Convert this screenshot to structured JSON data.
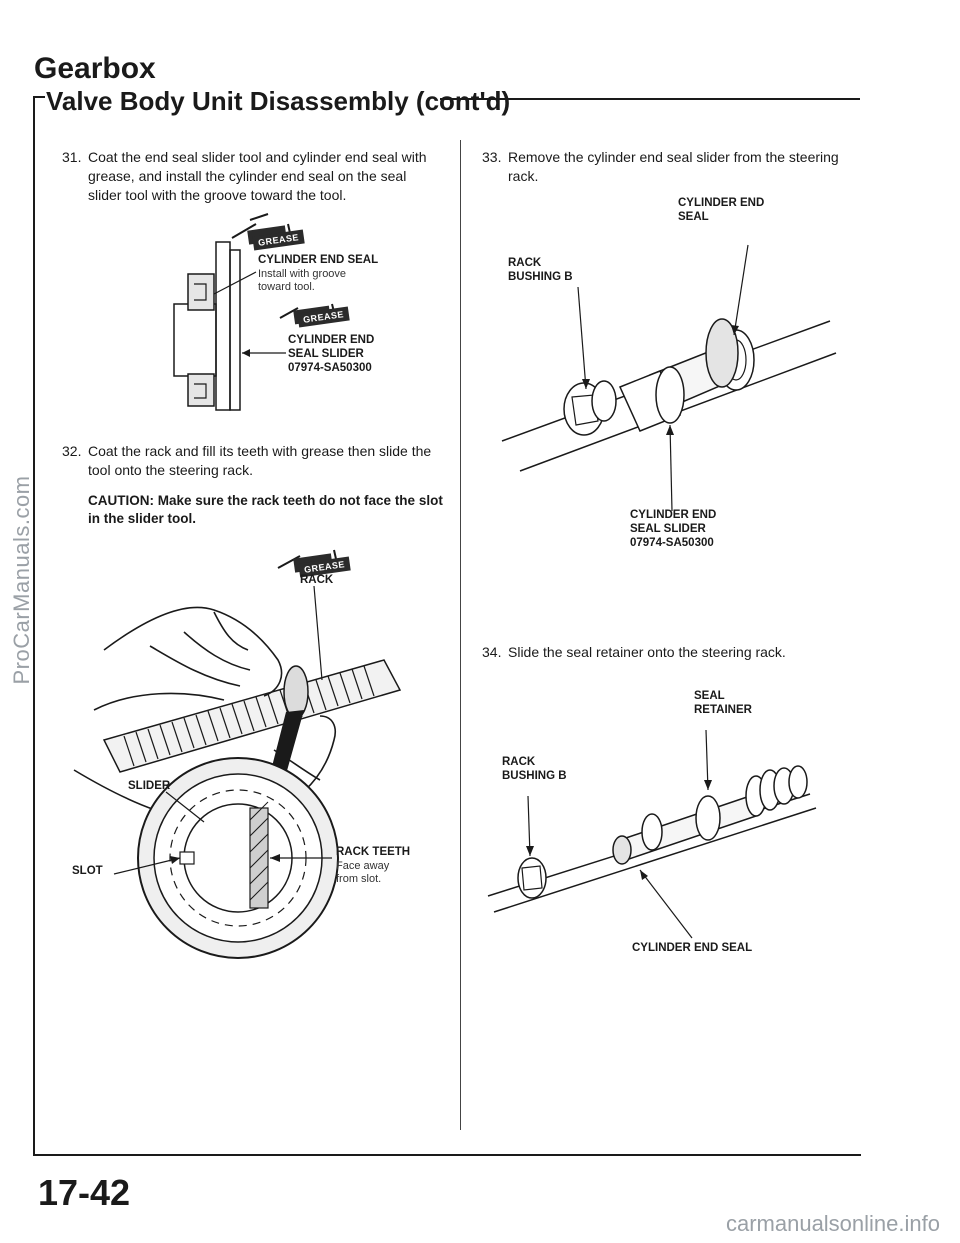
{
  "watermark": "ProCarManuals.com",
  "footer_watermark": "carmanualsonline.info",
  "header": {
    "section_title": "Gearbox",
    "subsection_title": "Valve Body Unit Disassembly (cont'd)"
  },
  "steps": [
    {
      "number": "31.",
      "text": "Coat the end seal slider tool and cylinder end seal with grease, and install the cylinder end seal on the seal slider tool with the groove toward the tool."
    },
    {
      "number": "32.",
      "text": "Coat the rack and fill its teeth with grease then slide the tool onto the steering rack."
    },
    {
      "number": "33.",
      "text": "Remove the cylinder end seal slider from the steering rack."
    },
    {
      "number": "34.",
      "text": "Slide the seal retainer onto the steering rack."
    }
  ],
  "caution": "CAUTION: Make sure the rack teeth do not face the slot in the slider tool.",
  "grease_label": "GREASE",
  "figure1": {
    "label_seal": "CYLINDER END SEAL",
    "note_seal": [
      "Install with groove",
      "toward tool."
    ],
    "label_slider": [
      "CYLINDER END",
      "SEAL SLIDER",
      "07974-SA50300"
    ]
  },
  "figure2": {
    "label_rack": "RACK",
    "label_slider": "SLIDER",
    "label_slot": "SLOT",
    "label_teeth": "RACK TEETH",
    "note_teeth": [
      "Face away",
      "from slot."
    ]
  },
  "figure3": {
    "label_seal": [
      "CYLINDER END",
      "SEAL"
    ],
    "label_bushing": [
      "RACK",
      "BUSHING B"
    ],
    "label_slider": [
      "CYLINDER END",
      "SEAL SLIDER",
      "07974-SA50300"
    ]
  },
  "figure4": {
    "label_retainer": [
      "SEAL",
      "RETAINER"
    ],
    "label_bushing": [
      "RACK",
      "BUSHING B"
    ],
    "label_seal": "CYLINDER END SEAL"
  },
  "page_number": "17-42"
}
